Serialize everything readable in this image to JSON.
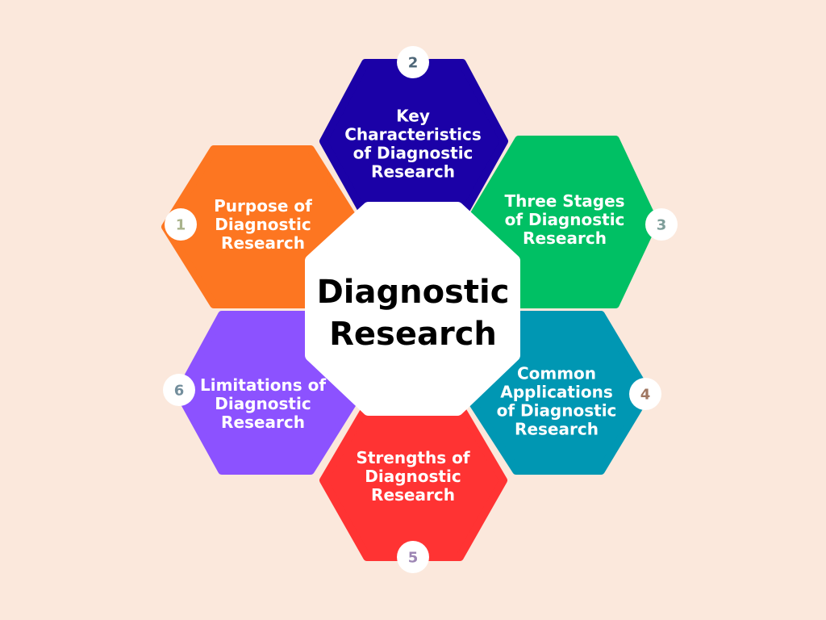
{
  "background": "#fbe8dc",
  "center": {
    "lines": [
      "Diagnostic",
      "Research"
    ],
    "fill": "#ffffff",
    "text_color": "#000000"
  },
  "nodes": [
    {
      "id": "1",
      "number": "1",
      "lines": [
        "Purpose of",
        "Diagnostic",
        "Research"
      ],
      "color": "#fd7621",
      "number_color": "#a9b38c"
    },
    {
      "id": "2",
      "number": "2",
      "lines": [
        "Key",
        "Characteristics",
        "of Diagnostic",
        "Research"
      ],
      "color": "#1b01a7",
      "number_color": "#4e6778"
    },
    {
      "id": "3",
      "number": "3",
      "lines": [
        "Three Stages",
        "of Diagnostic",
        "Research"
      ],
      "color": "#00c064",
      "number_color": "#7f9e9a"
    },
    {
      "id": "4",
      "number": "4",
      "lines": [
        "Common",
        "Applications",
        "of Diagnostic",
        "Research"
      ],
      "color": "#0097b3",
      "number_color": "#a07762"
    },
    {
      "id": "5",
      "number": "5",
      "lines": [
        "Strengths of",
        "Diagnostic",
        "Research"
      ],
      "color": "#ff3333",
      "number_color": "#9d86b4"
    },
    {
      "id": "6",
      "number": "6",
      "lines": [
        "Limitations of",
        "Diagnostic",
        "Research"
      ],
      "color": "#8c52ff",
      "number_color": "#738e9c"
    }
  ]
}
